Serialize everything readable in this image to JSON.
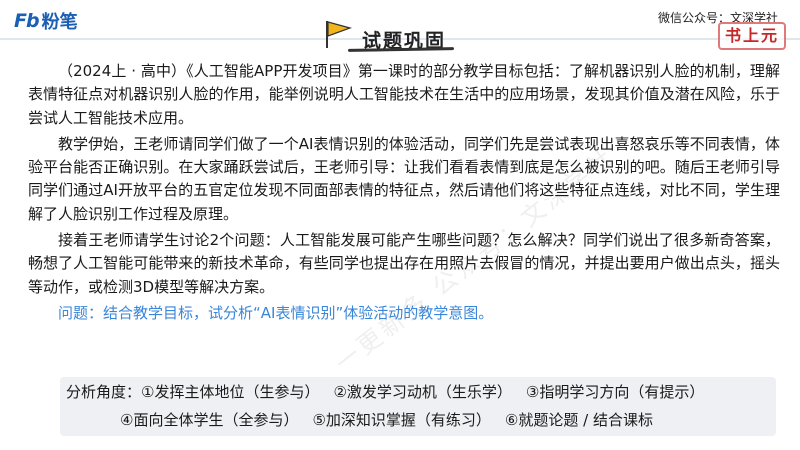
{
  "brand": {
    "mark": "Fb",
    "name": "粉笔"
  },
  "header": {
    "title": "试题巩固",
    "wechat": "微信公众号：文深学社",
    "stamp": "书上元"
  },
  "paragraphs": [
    "（2024上 · 高中）《人工智能APP开发项目》第一课时的部分教学目标包括：了解机器识别人脸的机制，理解表情特征点对机器识别人脸的作用，能举例说明人工智能技术在生活中的应用场景，发现其价值及潜在风险，乐于尝试人工智能技术应用。",
    "教学伊始，王老师请同学们做了一个AI表情识别的体验活动，同学们先是尝试表现出喜怒哀乐等不同表情，体验平台能否正确识别。在大家踊跃尝试后，王老师引导：让我们看看表情到底是怎么被识别的吧。随后王老师引导同学们通过AI开放平台的五官定位发现不同面部表情的特征点，然后请他们将这些特征点连线，对比不同，学生理解了人脸识别工作过程及原理。",
    "接着王老师请学生讨论2个问题：人工智能发展可能产生哪些问题？怎么解决？同学们说出了很多新奇答案，畅想了人工智能可能带来的新技术革命，有些同学也提出存在用照片去假冒的情况，并提出要用户做出点头，摇头等动作，或检测3D模型等解决方案。"
  ],
  "question": "问题：结合教学目标，试分析“AI表情识别”体验活动的教学意图。",
  "analysis": {
    "label": "分析角度：",
    "row1": [
      "①发挥主体地位（生参与）",
      "②激发学习动机（生乐学）",
      "③指明学习方向（有提示）"
    ],
    "row2": [
      "④面向全体学生（全参与）",
      "⑤加深知识掌握（有练习）",
      "⑥就题论题 / 结合课标"
    ]
  },
  "watermark": "一更新多 公众号：文深学社",
  "colors": {
    "brand": "#1a5fb4",
    "question": "#3a86d8",
    "stamp": "#c62828",
    "analysis_bg": "#eef0f3"
  }
}
